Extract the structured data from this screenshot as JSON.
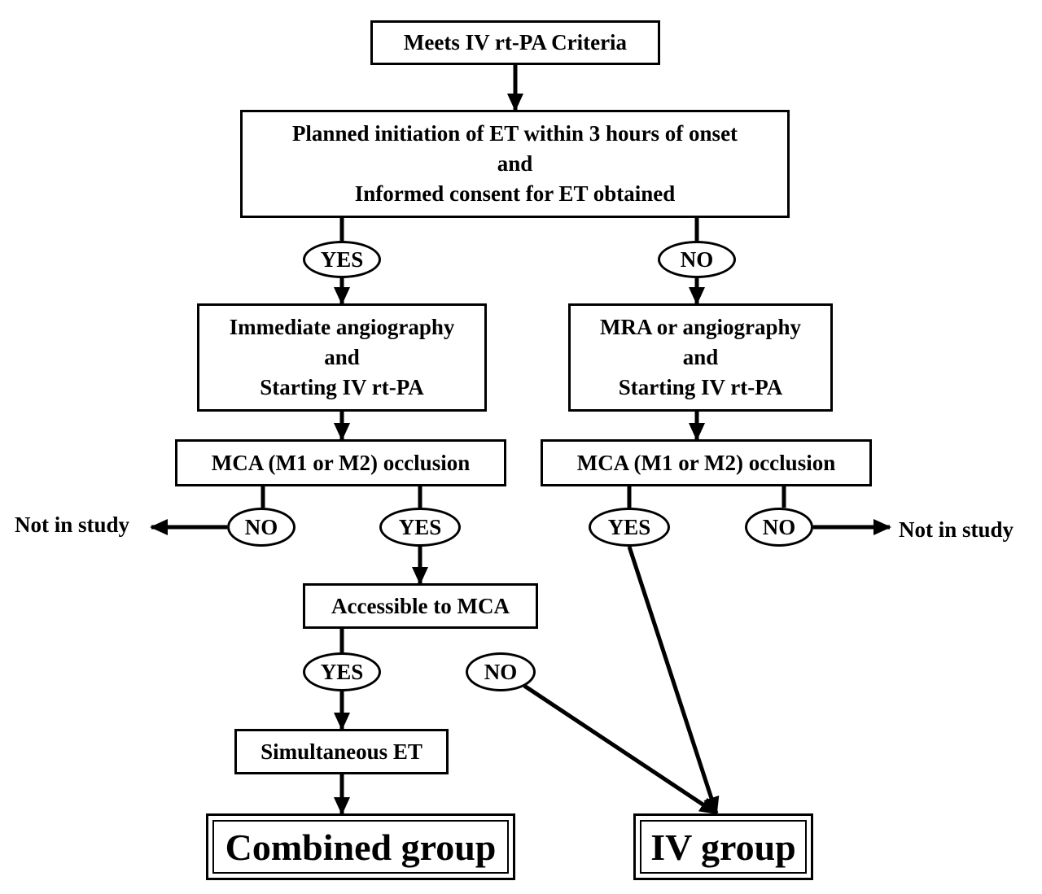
{
  "boxes": {
    "criteria": "Meets IV rt-PA Criteria",
    "planned": {
      "line1": "Planned initiation of ET within 3 hours of onset",
      "line2": "and",
      "line3": "Informed consent for ET obtained"
    },
    "immediate": {
      "line1": "Immediate angiography",
      "line2": "and",
      "line3": "Starting IV rt-PA"
    },
    "mra": {
      "line1": "MRA or angiography",
      "line2": "and",
      "line3": "Starting IV rt-PA"
    },
    "mca_left": "MCA (M1 or M2) occlusion",
    "mca_right": "MCA (M1 or M2) occlusion",
    "accessible": "Accessible to MCA",
    "simultaneous": "Simultaneous ET"
  },
  "decisions": {
    "yes1": "YES",
    "no1": "NO",
    "no_left": "NO",
    "yes_left": "YES",
    "yes_right": "YES",
    "no_right": "NO",
    "yes_access": "YES",
    "no_access": "NO"
  },
  "side_labels": {
    "left": "Not in study",
    "right": "Not in study"
  },
  "outcomes": {
    "combined": "Combined group",
    "iv": "IV group"
  }
}
